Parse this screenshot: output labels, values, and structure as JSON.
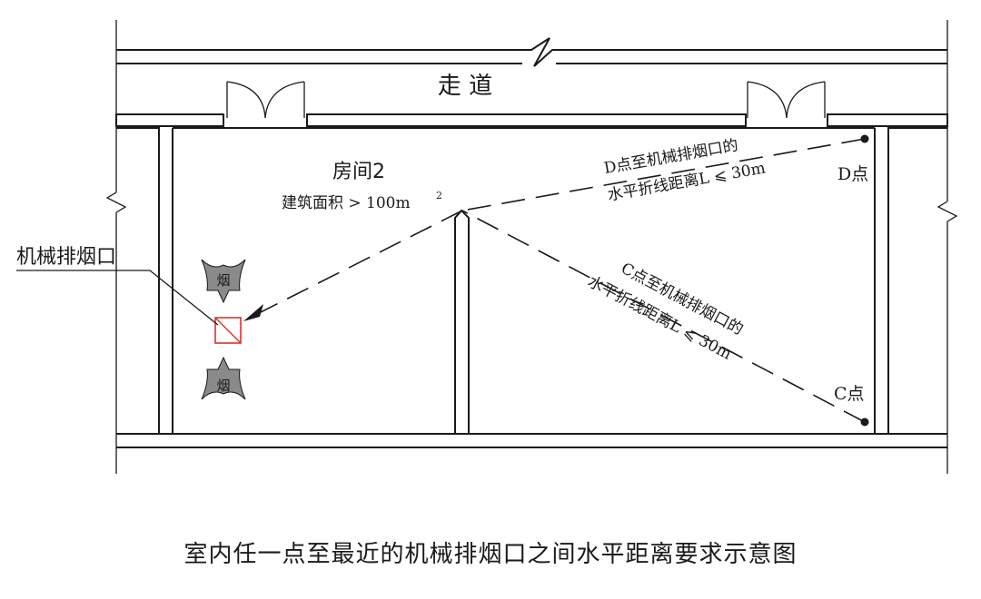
{
  "labels": {
    "corridor": "走 道",
    "room_name": "房间2",
    "room_area": "建筑面积 > 100m",
    "room_area_sup": "2",
    "exhaust_outlet": "机械排烟口",
    "point_d": "D点",
    "point_c": "C点",
    "d_line1": "D点至机械排烟口的",
    "d_line2": "水平折线距离L ⩽ 30m",
    "c_line1": "C点至机械排烟口的",
    "c_line2": "水平折线距离L ⩽ 30m",
    "smoke": "烟"
  },
  "caption": "室内任一点至最近的机械排烟口之间水平距离要求示意图",
  "colors": {
    "line": "#1a1a1a",
    "outlet": "#e0302a",
    "smoke_fill": "#8a8a8a"
  }
}
